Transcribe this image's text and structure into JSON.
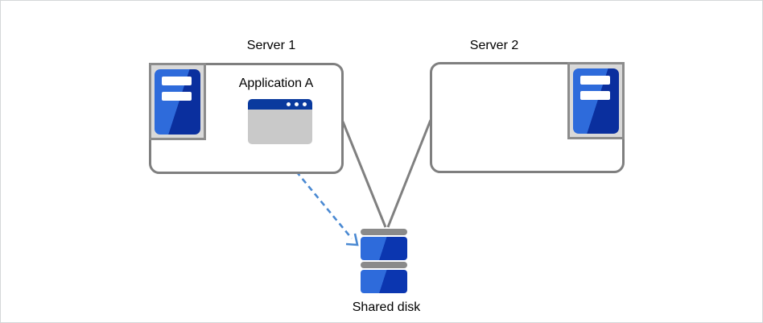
{
  "diagram": {
    "title_implicit": "Two servers sharing a disk",
    "server1": {
      "label": "Server 1"
    },
    "server2": {
      "label": "Server 2"
    },
    "application": {
      "label": "Application A"
    },
    "shared_disk": {
      "label": "Shared disk"
    }
  },
  "icons": {
    "server1_icon": "server-tower-icon",
    "server2_icon": "server-tower-icon",
    "application_icon": "application-window-icon",
    "shared_disk_icon": "disk-stack-icon",
    "arrow": "dashed-arrow-icon"
  },
  "colors": {
    "page_border": "#d4d7d9",
    "box_border": "#7f7f7f",
    "connector": "#808080",
    "arrow_dashed": "#4a89d2",
    "tower_light": "#2e6bdb",
    "tower_dark": "#0a2f9e",
    "disk_light": "#2e6bdb",
    "disk_dark": "#0b36b0",
    "disk_gray": "#8a8a8a",
    "titlebar": "#0a3a9e",
    "window_body": "#c9c9c9",
    "icon_bg": "#d9d9d9",
    "icon_border": "#8c8c8c",
    "label_text": "#000000"
  }
}
